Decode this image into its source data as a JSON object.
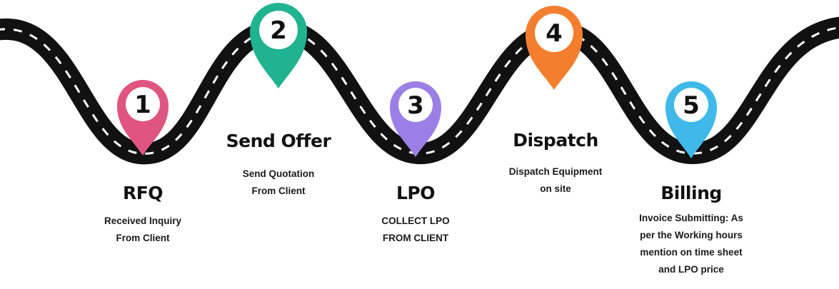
{
  "colors": {
    "road": "#111111",
    "lane": "#ffffff",
    "pin1": "#e0557f",
    "pin2": "#20b38f",
    "pin3": "#9b7fe6",
    "pin4": "#f37f2e",
    "pin5": "#3fb9ea"
  },
  "steps": [
    {
      "number": "1",
      "title": "RFQ",
      "desc": [
        "Received Inquiry",
        "From Client"
      ],
      "icon": "map-pin-icon"
    },
    {
      "number": "2",
      "title": "Send Offer",
      "desc": [
        "Send Quotation",
        "From Client"
      ],
      "icon": "map-pin-icon"
    },
    {
      "number": "3",
      "title": "LPO",
      "desc": [
        "COLLECT LPO",
        "FROM CLIENT"
      ],
      "icon": "map-pin-icon"
    },
    {
      "number": "4",
      "title": "Dispatch",
      "desc": [
        "Dispatch Equipment",
        "on site"
      ],
      "icon": "map-pin-icon"
    },
    {
      "number": "5",
      "title": "Billing",
      "desc": [
        "Invoice Submitting: As",
        "per the Working hours",
        "mention on time sheet",
        "and  LPO price"
      ],
      "icon": "map-pin-icon"
    }
  ]
}
